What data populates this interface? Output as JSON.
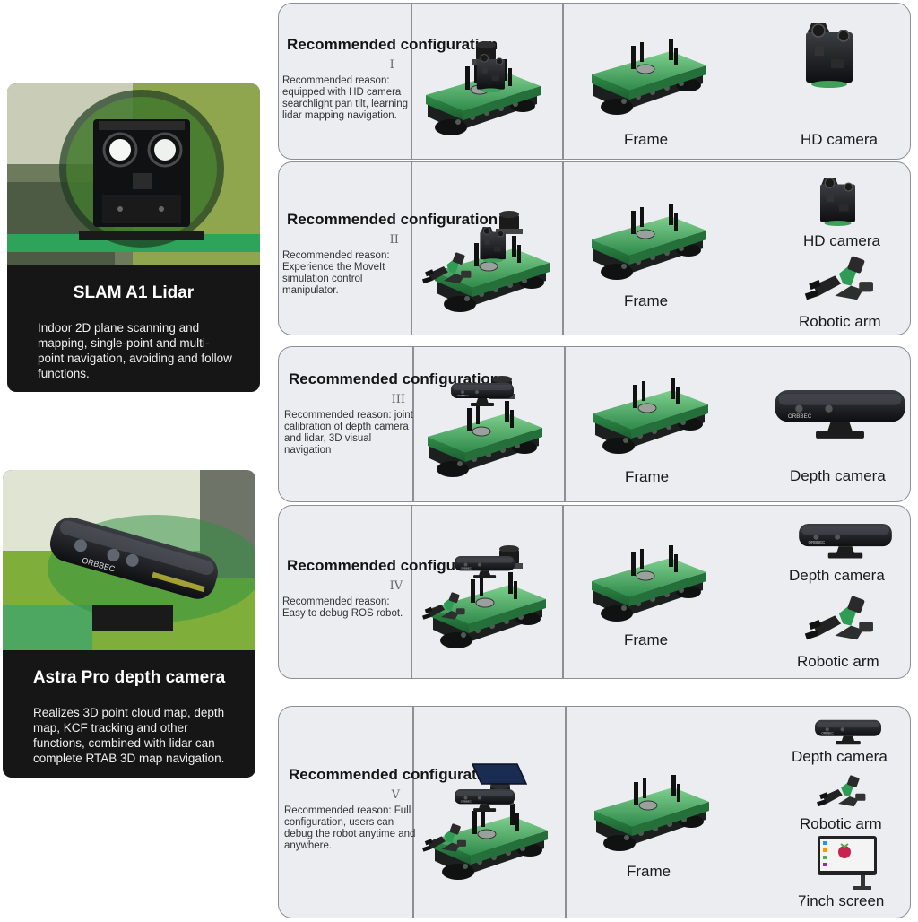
{
  "side_cards": [
    {
      "title": "SLAM A1 Lidar",
      "description": "Indoor 2D plane scanning and mapping, single-point and multi-point navigation, avoiding and follow functions.",
      "photo_icon": "hd-camera-on-robot-photo"
    },
    {
      "title": "Astra Pro depth camera",
      "description": "Realizes 3D point cloud map, depth map, KCF tracking and other functions, combined with lidar can complete RTAB 3D map navigation.",
      "photo_icon": "depth-camera-closeup-photo",
      "camera_brand": "ORBBEC"
    }
  ],
  "configurations": [
    {
      "title": "Recommended configuration",
      "numeral": "I",
      "reason": "Recommended reason: equipped with HD camera searchlight pan tilt, learning lidar mapping navigation.",
      "frame_label": "Frame",
      "parts": [
        "HD camera"
      ]
    },
    {
      "title": "Recommended configuration",
      "numeral": "II",
      "reason": "Recommended reason: Experience the MoveIt simulation control manipulator.",
      "frame_label": "Frame",
      "parts": [
        "HD camera",
        "Robotic arm"
      ]
    },
    {
      "title": "Recommended configuration",
      "numeral": "III",
      "reason": "Recommended reason: joint calibration of depth camera and lidar, 3D visual navigation",
      "frame_label": "Frame",
      "parts": [
        "Depth camera"
      ]
    },
    {
      "title": "Recommended configuration",
      "numeral": "IV",
      "reason": "Recommended reason: Easy to debug ROS robot.",
      "frame_label": "Frame",
      "parts": [
        "Depth camera",
        "Robotic arm"
      ]
    },
    {
      "title": "Recommended configuration",
      "numeral": "V",
      "reason": "Recommended reason: Full configuration, users can debug the robot anytime and anywhere.",
      "frame_label": "Frame",
      "parts": [
        "Depth camera",
        "Robotic arm",
        "7inch screen"
      ]
    }
  ],
  "colors": {
    "panel_bg": "#ebedf1",
    "panel_border": "#8c8f96",
    "card_bg": "#161616",
    "robot_green": "#3fa05a",
    "robot_dark": "#1d2320"
  }
}
